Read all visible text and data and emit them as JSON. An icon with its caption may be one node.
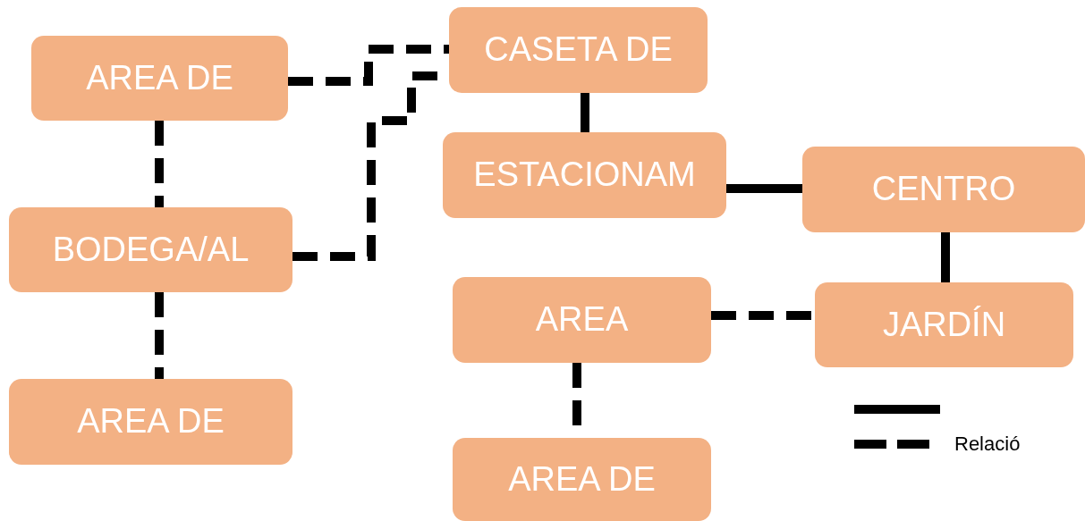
{
  "diagram": {
    "nodes": [
      {
        "text": [
          "AREA DE"
        ]
      },
      {
        "text": [
          "CASETA DE"
        ]
      },
      {
        "text": [
          "BODEGA/AL"
        ]
      },
      {
        "text": [
          "ESTACIONAM"
        ]
      },
      {
        "text": [
          "CENTRO"
        ]
      },
      {
        "text": [
          "AREA"
        ]
      },
      {
        "text": [
          "JARDÍN"
        ]
      },
      {
        "text": [
          "AREA DE"
        ]
      },
      {
        "text": [
          "AREA DE"
        ]
      }
    ],
    "edges": [
      {
        "from": 0,
        "to": 1,
        "arrow": "none",
        "style": "dashed"
      },
      {
        "from": 2,
        "to": 1,
        "arrow": "none",
        "style": "dashed"
      },
      {
        "from": 0,
        "to": 2,
        "arrow": "none",
        "style": "dashed"
      },
      {
        "from": 2,
        "to": 7,
        "arrow": "none",
        "style": "dashed"
      },
      {
        "from": 1,
        "to": 3,
        "arrow": "none"
      },
      {
        "from": 3,
        "to": 4,
        "arrow": "none"
      },
      {
        "from": 4,
        "to": 6,
        "arrow": "none"
      },
      {
        "from": 5,
        "to": 6,
        "arrow": "none",
        "style": "dashed"
      },
      {
        "from": 5,
        "to": 8,
        "arrow": "none",
        "style": "dashed"
      }
    ],
    "legend": [
      {
        "text": "Relació"
      }
    ]
  }
}
